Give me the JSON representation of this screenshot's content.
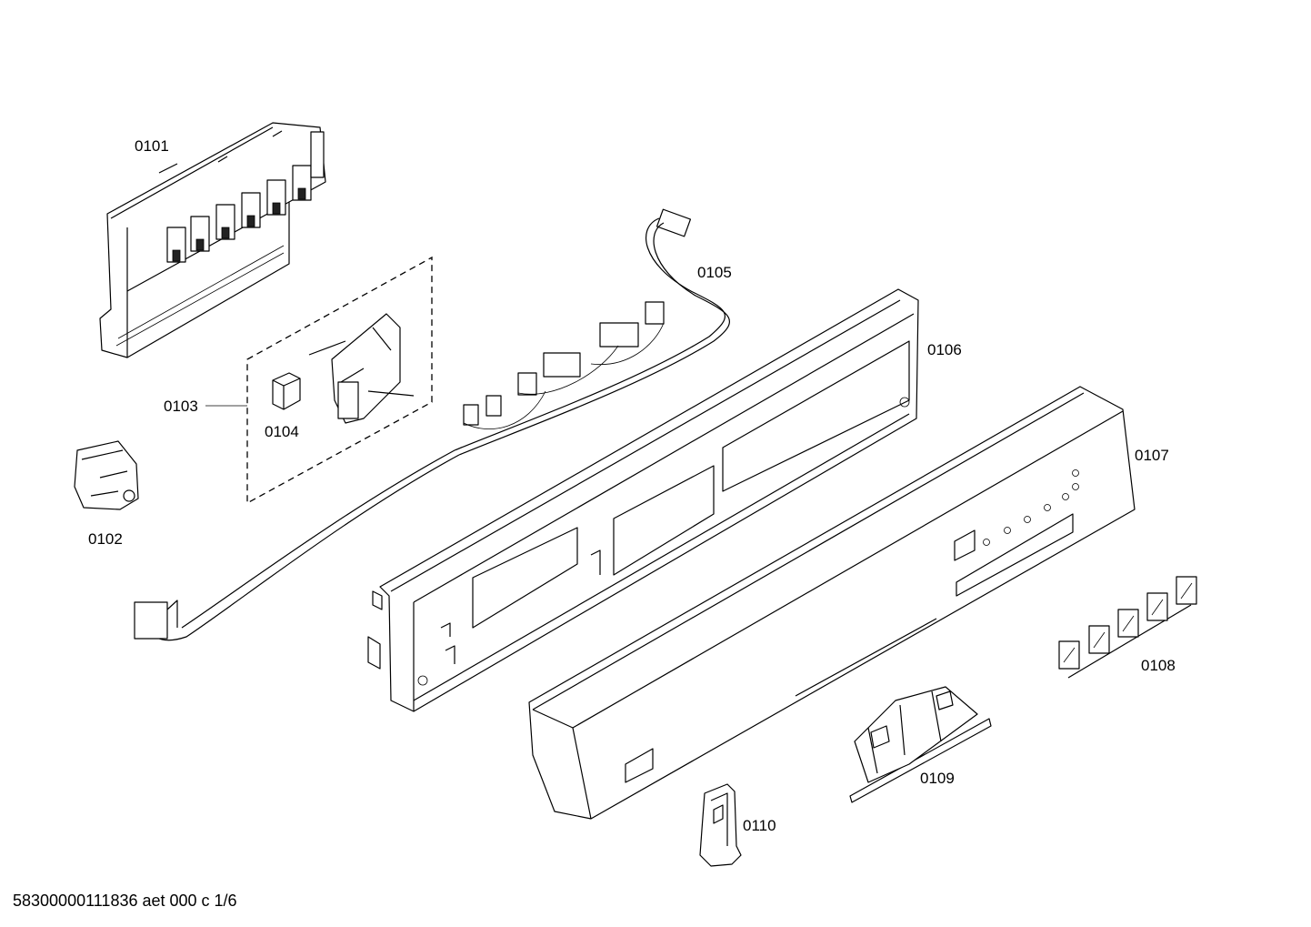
{
  "footer_text": "58300000111836 aet 000 c 1/6",
  "parts": [
    {
      "id": "0101"
    },
    {
      "id": "0102"
    },
    {
      "id": "0103"
    },
    {
      "id": "0104"
    },
    {
      "id": "0105"
    },
    {
      "id": "0106"
    },
    {
      "id": "0107"
    },
    {
      "id": "0108"
    },
    {
      "id": "0109"
    },
    {
      "id": "0110"
    }
  ]
}
